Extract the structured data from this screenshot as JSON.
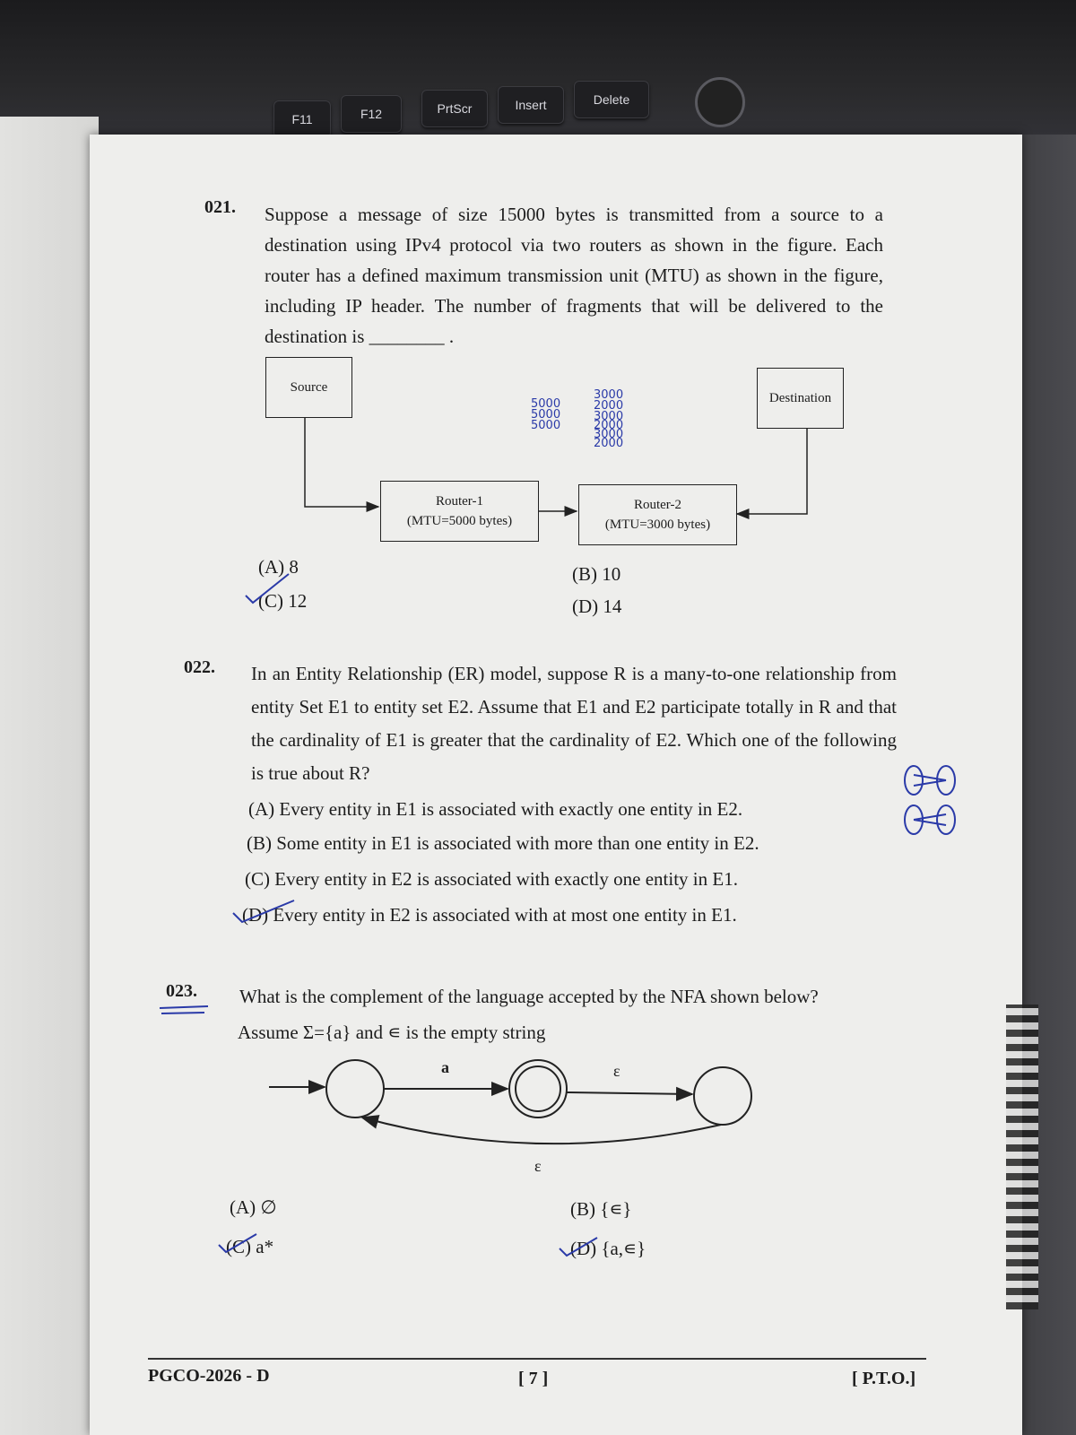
{
  "keyboard": {
    "keys": [
      "F11",
      "F12",
      "PrtScr",
      "Insert",
      "Delete"
    ]
  },
  "q21": {
    "number": "021.",
    "text": "Suppose a message of size 15000 bytes is transmitted from a source to a destination using IPv4 protocol via two routers as shown in the figure. Each router has a defined maximum transmission unit (MTU) as shown in the figure, including IP header. The number of fragments that will be delivered to the destination is ________ .",
    "diagram": {
      "source": "Source",
      "destination": "Destination",
      "router1_name": "Router-1",
      "router1_mtu": "(MTU=5000 bytes)",
      "router2_name": "Router-2",
      "router2_mtu": "(MTU=3000 bytes)"
    },
    "options": {
      "a": "(A)  8",
      "b": "(B)  10",
      "c": "(C)  12",
      "d": "(D)  14"
    },
    "handwritten": [
      "5000",
      "5000",
      "5000",
      "3000",
      "2000",
      "3000",
      "2000",
      "3000",
      "2000"
    ]
  },
  "q22": {
    "number": "022.",
    "text": "In an Entity Relationship (ER) model, suppose R is a many-to-one relationship from entity Set E1 to entity set E2. Assume that E1 and E2 participate totally in R and that the cardinality of E1 is greater that the cardinality of E2. Which one of the following is true about R?",
    "options": {
      "a": "(A)  Every entity in E1 is associated with exactly one entity in E2.",
      "b": "(B)  Some entity in E1 is associated with more than one entity in E2.",
      "c": "(C)  Every entity in E2 is associated with exactly one entity in E1.",
      "d": "(D)  Every entity in E2 is associated with at most one entity in E1."
    }
  },
  "q23": {
    "number": "023.",
    "text_line1": "What is the complement of the language accepted by the NFA shown below?",
    "text_line2": "Assume Σ={a} and ∊ is the empty string",
    "nfa": {
      "label_a": "a",
      "label_eps1": "ε",
      "label_eps2": "ε"
    },
    "options": {
      "a": "(A)  ∅",
      "b": "(B)  {∊}",
      "c": "(C)  a*",
      "d": "(D)  {a,∊}"
    }
  },
  "footer": {
    "left": "PGCO-2026 - D",
    "center": "[ 7 ]",
    "right": "[ P.T.O.]"
  }
}
